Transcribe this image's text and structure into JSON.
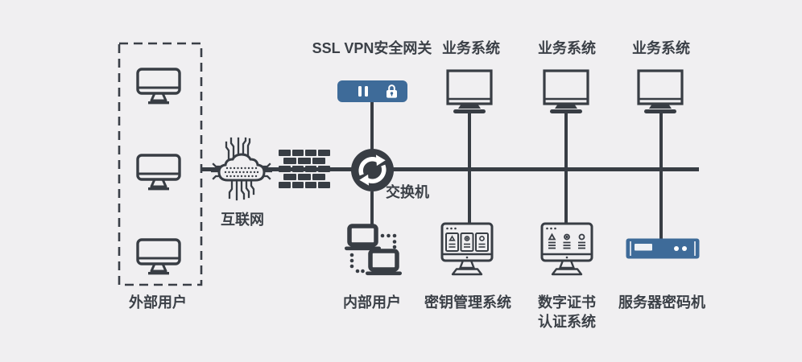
{
  "colors": {
    "background": "#f0eff1",
    "line": "#383d44",
    "accent_blue": "#3e6b99",
    "text": "#3b4047",
    "icon_white": "#ffffff"
  },
  "nodes": {
    "external_users": {
      "label": "外部用户"
    },
    "internet": {
      "label": "互联网"
    },
    "gateway": {
      "label": "SSL VPN安全网关"
    },
    "switch": {
      "label": "交换机"
    },
    "internal_users": {
      "label": "内部用户"
    },
    "business_systems": [
      {
        "label": "业务系统"
      },
      {
        "label": "业务系统"
      },
      {
        "label": "业务系统"
      }
    ],
    "key_management_system": {
      "label": "密钥管理系统"
    },
    "certificate_system": {
      "label_line1": "数字证书",
      "label_line2": "认证系统"
    },
    "server_cipher_machine": {
      "label": "服务器密码机"
    }
  }
}
